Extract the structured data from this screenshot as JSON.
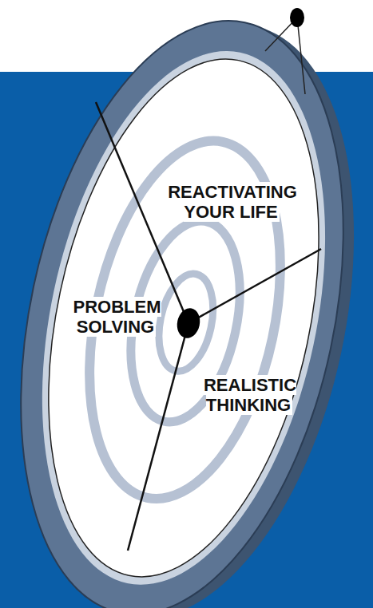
{
  "diagram": {
    "labels": [
      "REACTIVATING YOUR LIFE",
      "PROBLEM SOLVING",
      "REALISTIC THINKING"
    ]
  }
}
